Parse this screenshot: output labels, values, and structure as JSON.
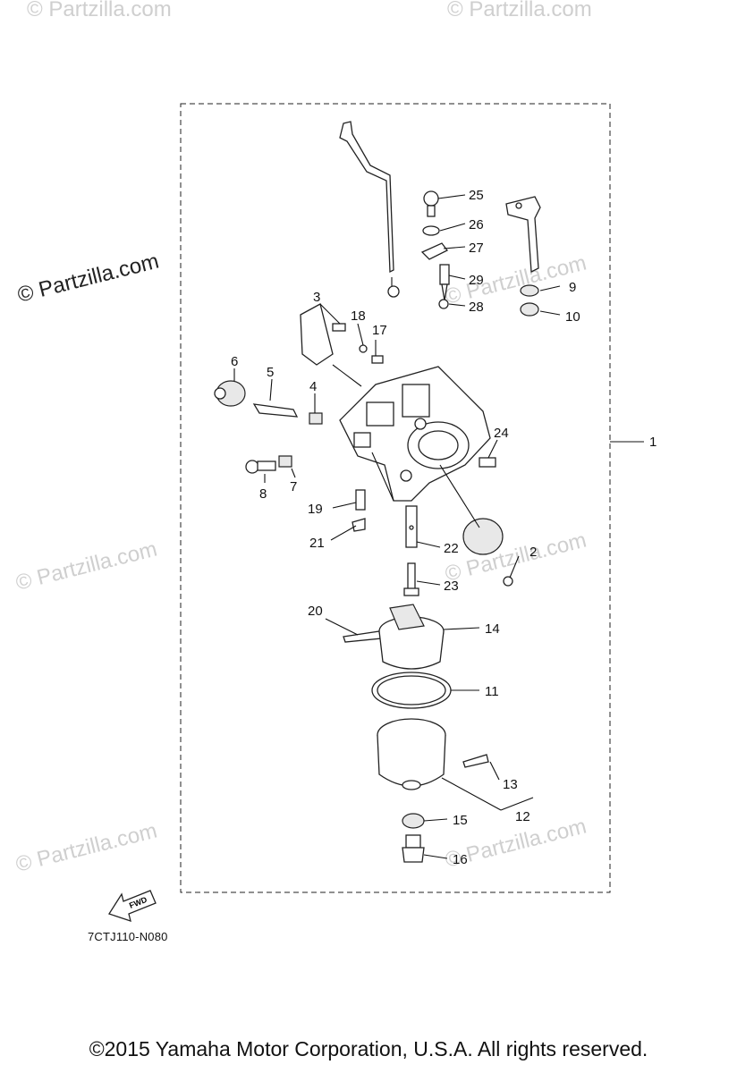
{
  "watermarks": {
    "main": "© Partzilla.com",
    "faint": "© Partzilla.com"
  },
  "callouts": {
    "c1": "1",
    "c2": "2",
    "c3": "3",
    "c4": "4",
    "c5": "5",
    "c6": "6",
    "c7": "7",
    "c8": "8",
    "c9": "9",
    "c10": "10",
    "c11": "11",
    "c12": "12",
    "c13": "13",
    "c14": "14",
    "c15": "15",
    "c16": "16",
    "c17": "17",
    "c18": "18",
    "c19": "19",
    "c20": "20",
    "c21": "21",
    "c22": "22",
    "c23": "23",
    "c24": "24",
    "c25": "25",
    "c26": "26",
    "c27": "27",
    "c28": "28",
    "c29": "29"
  },
  "fwd_label": "FWD",
  "diagram_code": "7CTJ110-N080",
  "copyright": "©2015  Yamaha Motor Corporation, U.S.A. All rights reserved."
}
